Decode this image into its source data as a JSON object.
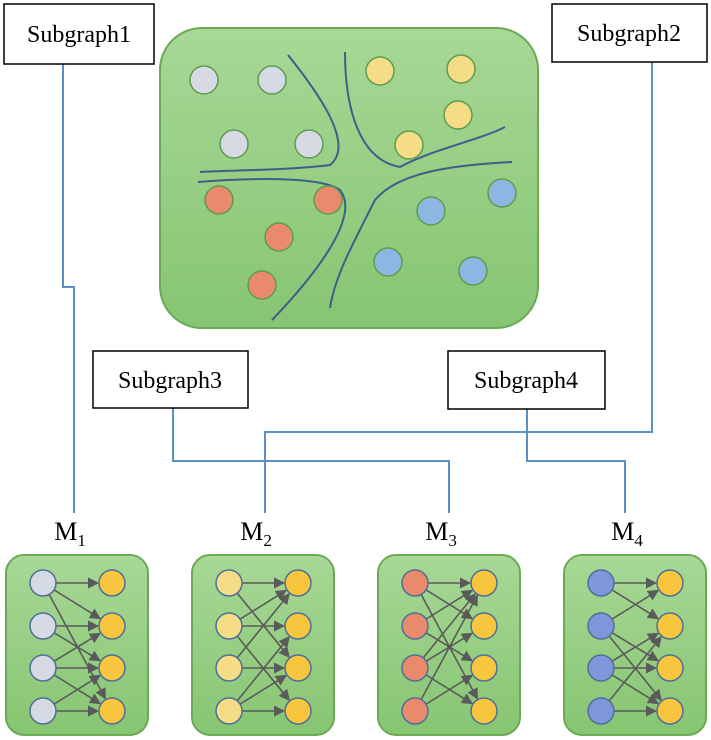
{
  "labels": {
    "subgraph1": "Subgraph1",
    "subgraph2": "Subgraph2",
    "subgraph3": "Subgraph3",
    "subgraph4": "Subgraph4"
  },
  "models": [
    {
      "base": "M",
      "sub": "1"
    },
    {
      "base": "M",
      "sub": "2"
    },
    {
      "base": "M",
      "sub": "3"
    },
    {
      "base": "M",
      "sub": "4"
    }
  ],
  "colors": {
    "panel_fill": "#8fcc7a",
    "panel_border": "#6aaa55",
    "connector": "#5b8fc7",
    "boundary": "#3e5f8a",
    "node_grey": "#d6dae4",
    "node_yellow": "#f5dc86",
    "node_orange": "#ea8a6c",
    "node_blue": "#8db7e2",
    "node_gold": "#f7c53e",
    "node_purple": "#7f97da",
    "arrow": "#5a5a5a"
  }
}
